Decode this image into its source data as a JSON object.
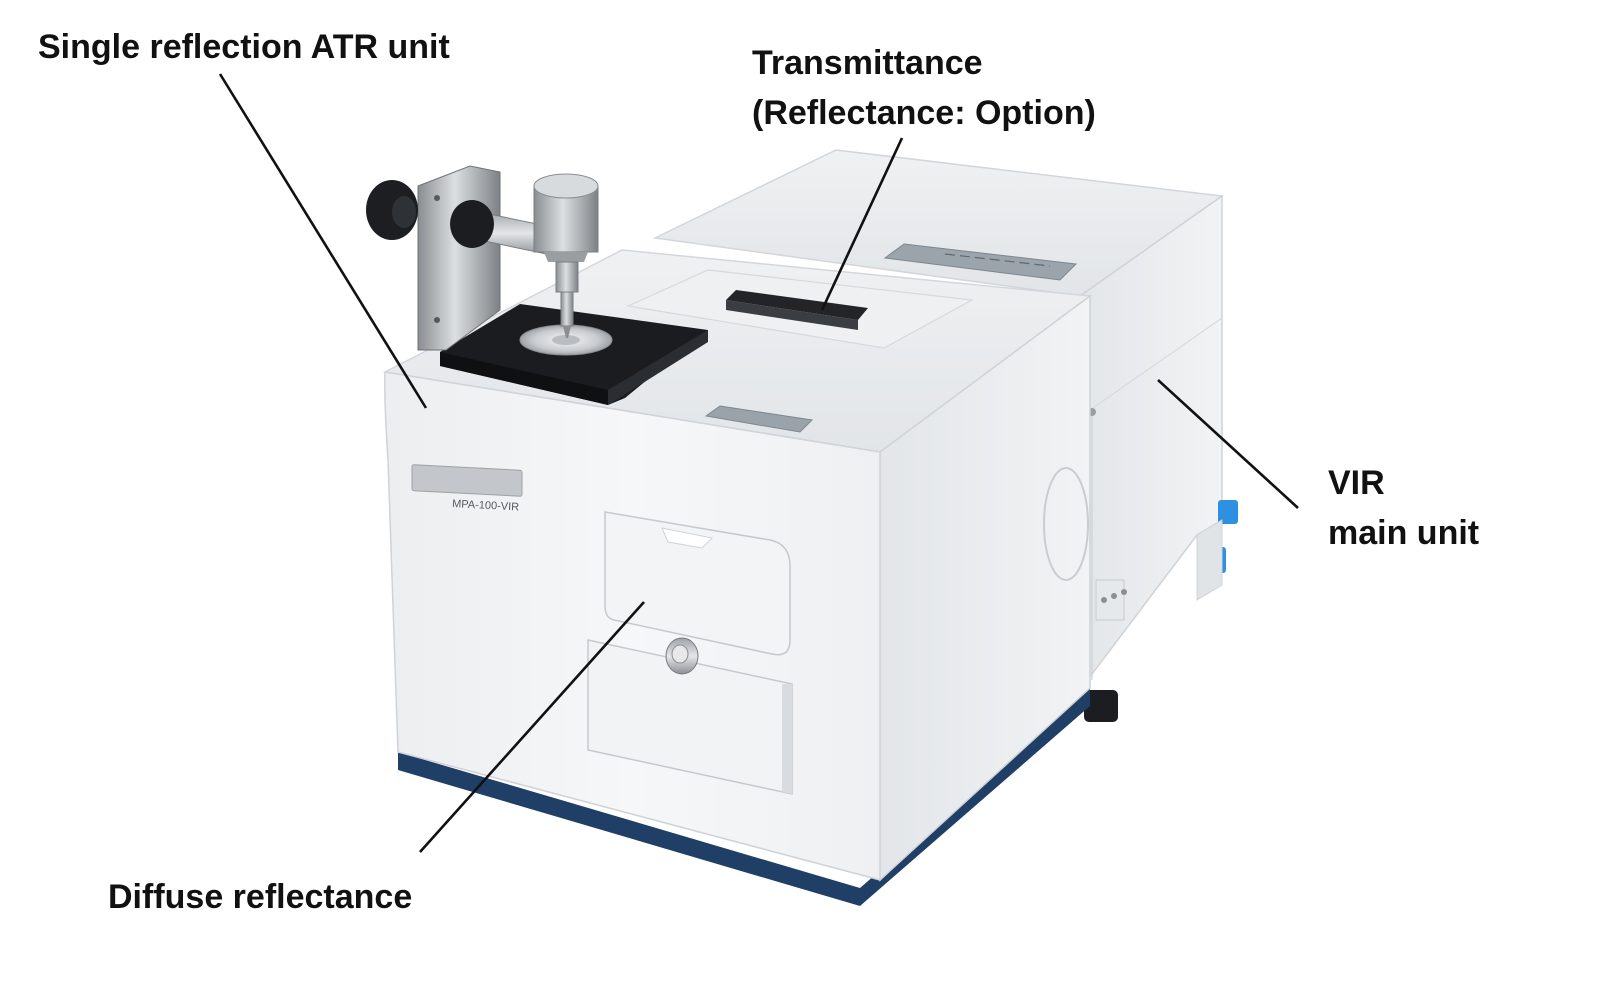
{
  "labels": {
    "atr_unit": "Single reflection ATR unit",
    "transmittance_line1": "Transmittance",
    "transmittance_line2": "(Reflectance: Option)",
    "vir_line1": "VIR",
    "vir_line2": "main unit",
    "diffuse": "Diffuse reflectance"
  },
  "device": {
    "model_plate": "MPA-100-VIR"
  },
  "colors": {
    "label_text": "#111111",
    "leader_line": "#111111",
    "base_stripe": "#1f3f66",
    "knob_blue": "#2f8fe0"
  }
}
